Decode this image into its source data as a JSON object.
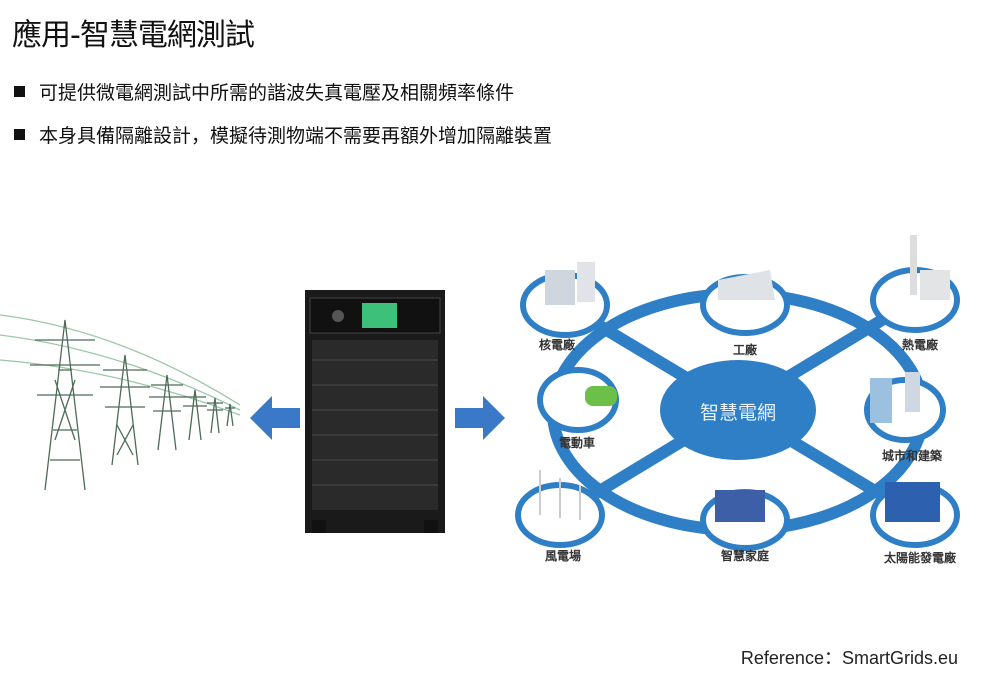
{
  "title": "應用-智慧電網測試",
  "bullets": [
    "可提供微電網測試中所需的諧波失真電壓及相關頻率條件",
    "本身具備隔離設計，模擬待測物端不需要再額外增加隔離裝置"
  ],
  "diagram": {
    "center": "智慧電網",
    "nodes": [
      "核電廠",
      "工廠",
      "熱電廠",
      "電動車",
      "城市和建築",
      "風電場",
      "智慧家庭",
      "太陽能發電廠"
    ]
  },
  "reference": "Reference：SmartGrids.eu",
  "colors": {
    "grid_blue": "#2f7fc6",
    "arrow_blue": "#3a78c8"
  }
}
